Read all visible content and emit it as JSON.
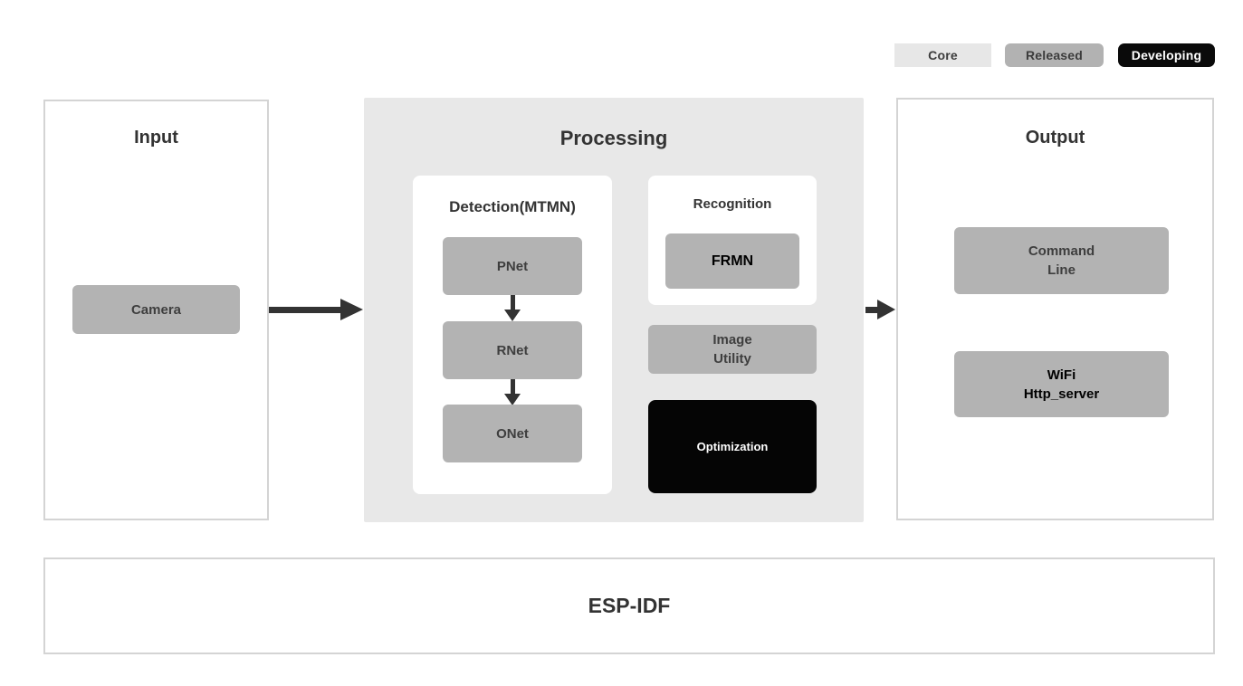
{
  "legend": {
    "core": "Core",
    "released": "Released",
    "developing": "Developing"
  },
  "input_panel": {
    "title": "Input",
    "camera_label": "Camera"
  },
  "processing_panel": {
    "title": "Processing",
    "detection": {
      "title": "Detection(MTMN)",
      "nodes": [
        "PNet",
        "RNet",
        "ONet"
      ]
    },
    "recognition": {
      "title": "Recognition",
      "node_label": "FRMN"
    },
    "image_utility": {
      "line1": "Image",
      "line2": "Utility"
    },
    "optimization_label": "Optimization"
  },
  "output_panel": {
    "title": "Output",
    "command_line": {
      "line1": "Command",
      "line2": "Line"
    },
    "wifi_server": {
      "line1": "WiFi",
      "line2": "Http_server"
    }
  },
  "foundation_panel": {
    "title": "ESP-IDF"
  },
  "colors": {
    "core_bg": "#e7e7e7",
    "released_bg": "#b2b2b2",
    "developing_bg": "#0a0a0a",
    "node_bg": "#b3b3b3",
    "optimization_bg": "#050505",
    "processing_bg": "#e8e8e8",
    "panel_border": "#d4d4d4",
    "arrow": "#333333",
    "title_text": "#333333",
    "node_text": "#3e3e3e",
    "released_node_text": "#000000"
  }
}
